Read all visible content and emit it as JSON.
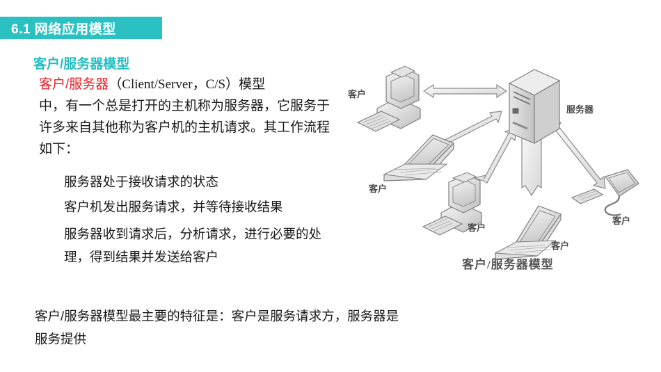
{
  "slide": {
    "title": "6.1 网络应用模型",
    "accent_color": "#2BC1C3",
    "emphasis_color": "#ED1C24",
    "background_color": "#FFFFFF"
  },
  "section": {
    "heading": "客户/服务器模型"
  },
  "intro": {
    "term_red": "客户/服务器",
    "paren_latin": "（Client/Server，C/S）",
    "after_paren": "模型",
    "continuation": "中，有一个总是打开的主机称为服务器，它服务于许多来自其他称为客户机的主机请求。其工作流程如下："
  },
  "steps": [
    "服务器处于接收请求的状态",
    "客户机发出服务请求，并等待接收结果",
    "服务器收到请求后，分析请求，进行必要的处理，得到结果并发送给客户"
  ],
  "summary": {
    "line1": "客户/服务器模型最主要的特征是：客户是服务请求方，服务器是",
    "line2": "服务提供"
  },
  "diagram": {
    "caption": "客户/服务器模型",
    "server_label": "服务器",
    "client_label": "客户",
    "nodes": [
      {
        "id": "server",
        "type": "tower-server",
        "label": "服务器"
      },
      {
        "id": "client-1",
        "type": "desktop-pc",
        "label": "客户"
      },
      {
        "id": "client-2",
        "type": "laptop",
        "label": "客户"
      },
      {
        "id": "client-3",
        "type": "desktop-pc",
        "label": "客户"
      },
      {
        "id": "client-4",
        "type": "laptop",
        "label": "客户"
      },
      {
        "id": "client-5",
        "type": "flat-monitor",
        "label": "客户"
      }
    ],
    "links": [
      {
        "from": "client-1",
        "to": "server",
        "style": "double-arrow"
      },
      {
        "from": "client-2",
        "to": "server",
        "style": "double-arrow"
      },
      {
        "from": "client-3",
        "to": "server",
        "style": "double-arrow"
      },
      {
        "from": "client-4",
        "to": "server",
        "style": "double-arrow"
      },
      {
        "from": "client-5",
        "to": "server",
        "style": "double-arrow"
      }
    ]
  }
}
